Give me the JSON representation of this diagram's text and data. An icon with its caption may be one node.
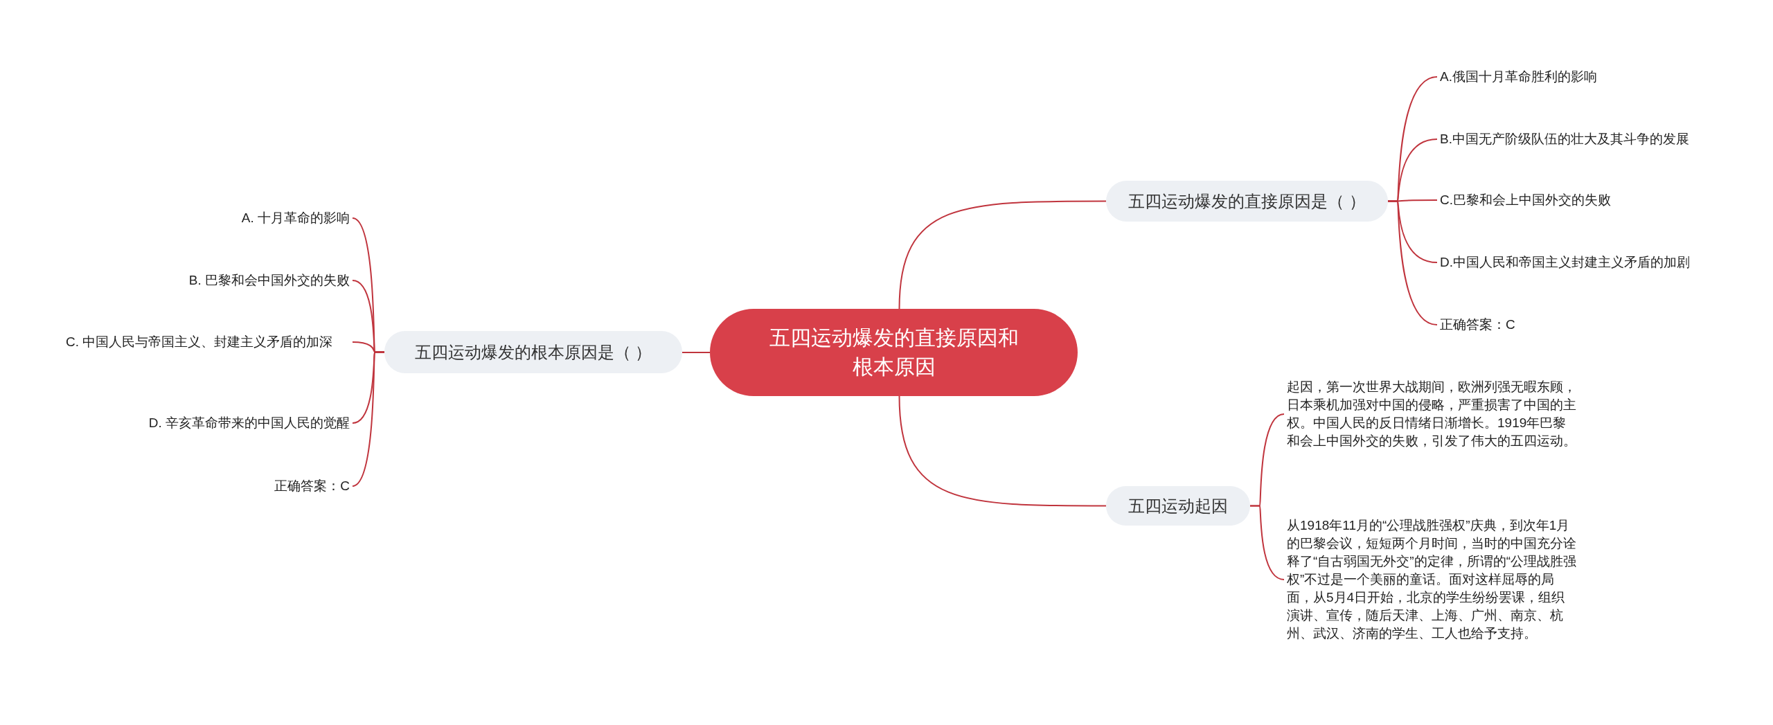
{
  "diagram": {
    "nodes": [
      {
        "text": [
          "五四运动爆发的直接原因和根本原因"
        ]
      },
      {
        "text": [
          "五四运动爆发的直接原因是（ ）"
        ]
      },
      {
        "text": [
          "A.俄国十月革命胜利的影响"
        ]
      },
      {
        "text": [
          "B.中国无产阶级队伍的壮大及其斗争的发展"
        ]
      },
      {
        "text": [
          "C.巴黎和会上中国外交的失败"
        ]
      },
      {
        "text": [
          "D.中国人民和帝国主义封建主义矛盾的加剧"
        ]
      },
      {
        "text": [
          "正确答案：C"
        ]
      },
      {
        "text": [
          "五四运动爆发的根本原因是（ ）"
        ]
      },
      {
        "text": [
          "A.  十月革命的影响"
        ]
      },
      {
        "text": [
          "B.  巴黎和会中国外交的失败"
        ]
      },
      {
        "text": [
          "C.  中国人民与帝国主义、封建主义矛盾的加深"
        ]
      },
      {
        "text": [
          "D.  辛亥革命带来的中国人民的觉醒"
        ]
      },
      {
        "text": [
          "正确答案：C"
        ]
      },
      {
        "text": [
          "五四运动起因"
        ]
      },
      {
        "text": [
          "起因，第一次世界大战期间，欧洲列强无暇东顾，日本乘机加强对中国的侵略，严重损害了中国的主权。中国人民的反日情绪日渐增长。1919年巴黎和会上中国外交的失败，引发了伟大的五四运动。"
        ]
      },
      {
        "text": [
          "从1918年11月的“公理战胜强权”庆典，到次年1月的巴黎会议，短短两个月时间，当时的中国充分诠释了“自古弱国无外交”的定律，所谓的“公理战胜强权”不过是一个美丽的童话。面对这样屈辱的局面，从5月4日开始，北京的学生纷纷罢课，组织演讲、宣传，随后天津、上海、广州、南京、杭州、武汉、济南的学生、工人也给予支持。"
        ]
      }
    ],
    "edges": [
      {
        "from": 0,
        "to": 1,
        "arrow": "none"
      },
      {
        "from": 1,
        "to": 2,
        "arrow": "none"
      },
      {
        "from": 1,
        "to": 3,
        "arrow": "none"
      },
      {
        "from": 1,
        "to": 4,
        "arrow": "none"
      },
      {
        "from": 1,
        "to": 5,
        "arrow": "none"
      },
      {
        "from": 1,
        "to": 6,
        "arrow": "none"
      },
      {
        "from": 0,
        "to": 7,
        "arrow": "none"
      },
      {
        "from": 7,
        "to": 8,
        "arrow": "none"
      },
      {
        "from": 7,
        "to": 9,
        "arrow": "none"
      },
      {
        "from": 7,
        "to": 10,
        "arrow": "none"
      },
      {
        "from": 7,
        "to": 11,
        "arrow": "none"
      },
      {
        "from": 7,
        "to": 12,
        "arrow": "none"
      },
      {
        "from": 0,
        "to": 13,
        "arrow": "none"
      },
      {
        "from": 13,
        "to": 14,
        "arrow": "none"
      },
      {
        "from": 13,
        "to": 15,
        "arrow": "none"
      }
    ]
  }
}
